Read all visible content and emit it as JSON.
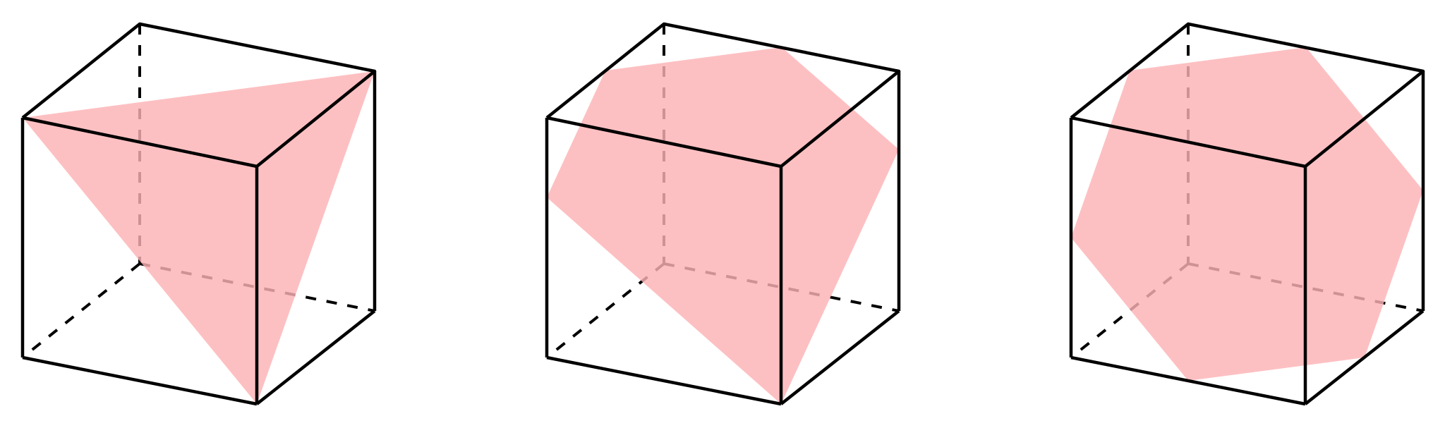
{
  "figure": {
    "panels": [
      {
        "cube": "cube-1",
        "section_shape": "triangle",
        "section_vertex_count": 3
      },
      {
        "cube": "cube-2",
        "section_shape": "pentagon",
        "section_vertex_count": 5
      },
      {
        "cube": "cube-3",
        "section_shape": "hexagon",
        "section_vertex_count": 6
      }
    ],
    "colors": {
      "edge": "#000000",
      "section_fill": "#fdb2b4"
    },
    "hidden_edge_style": "dashed"
  }
}
